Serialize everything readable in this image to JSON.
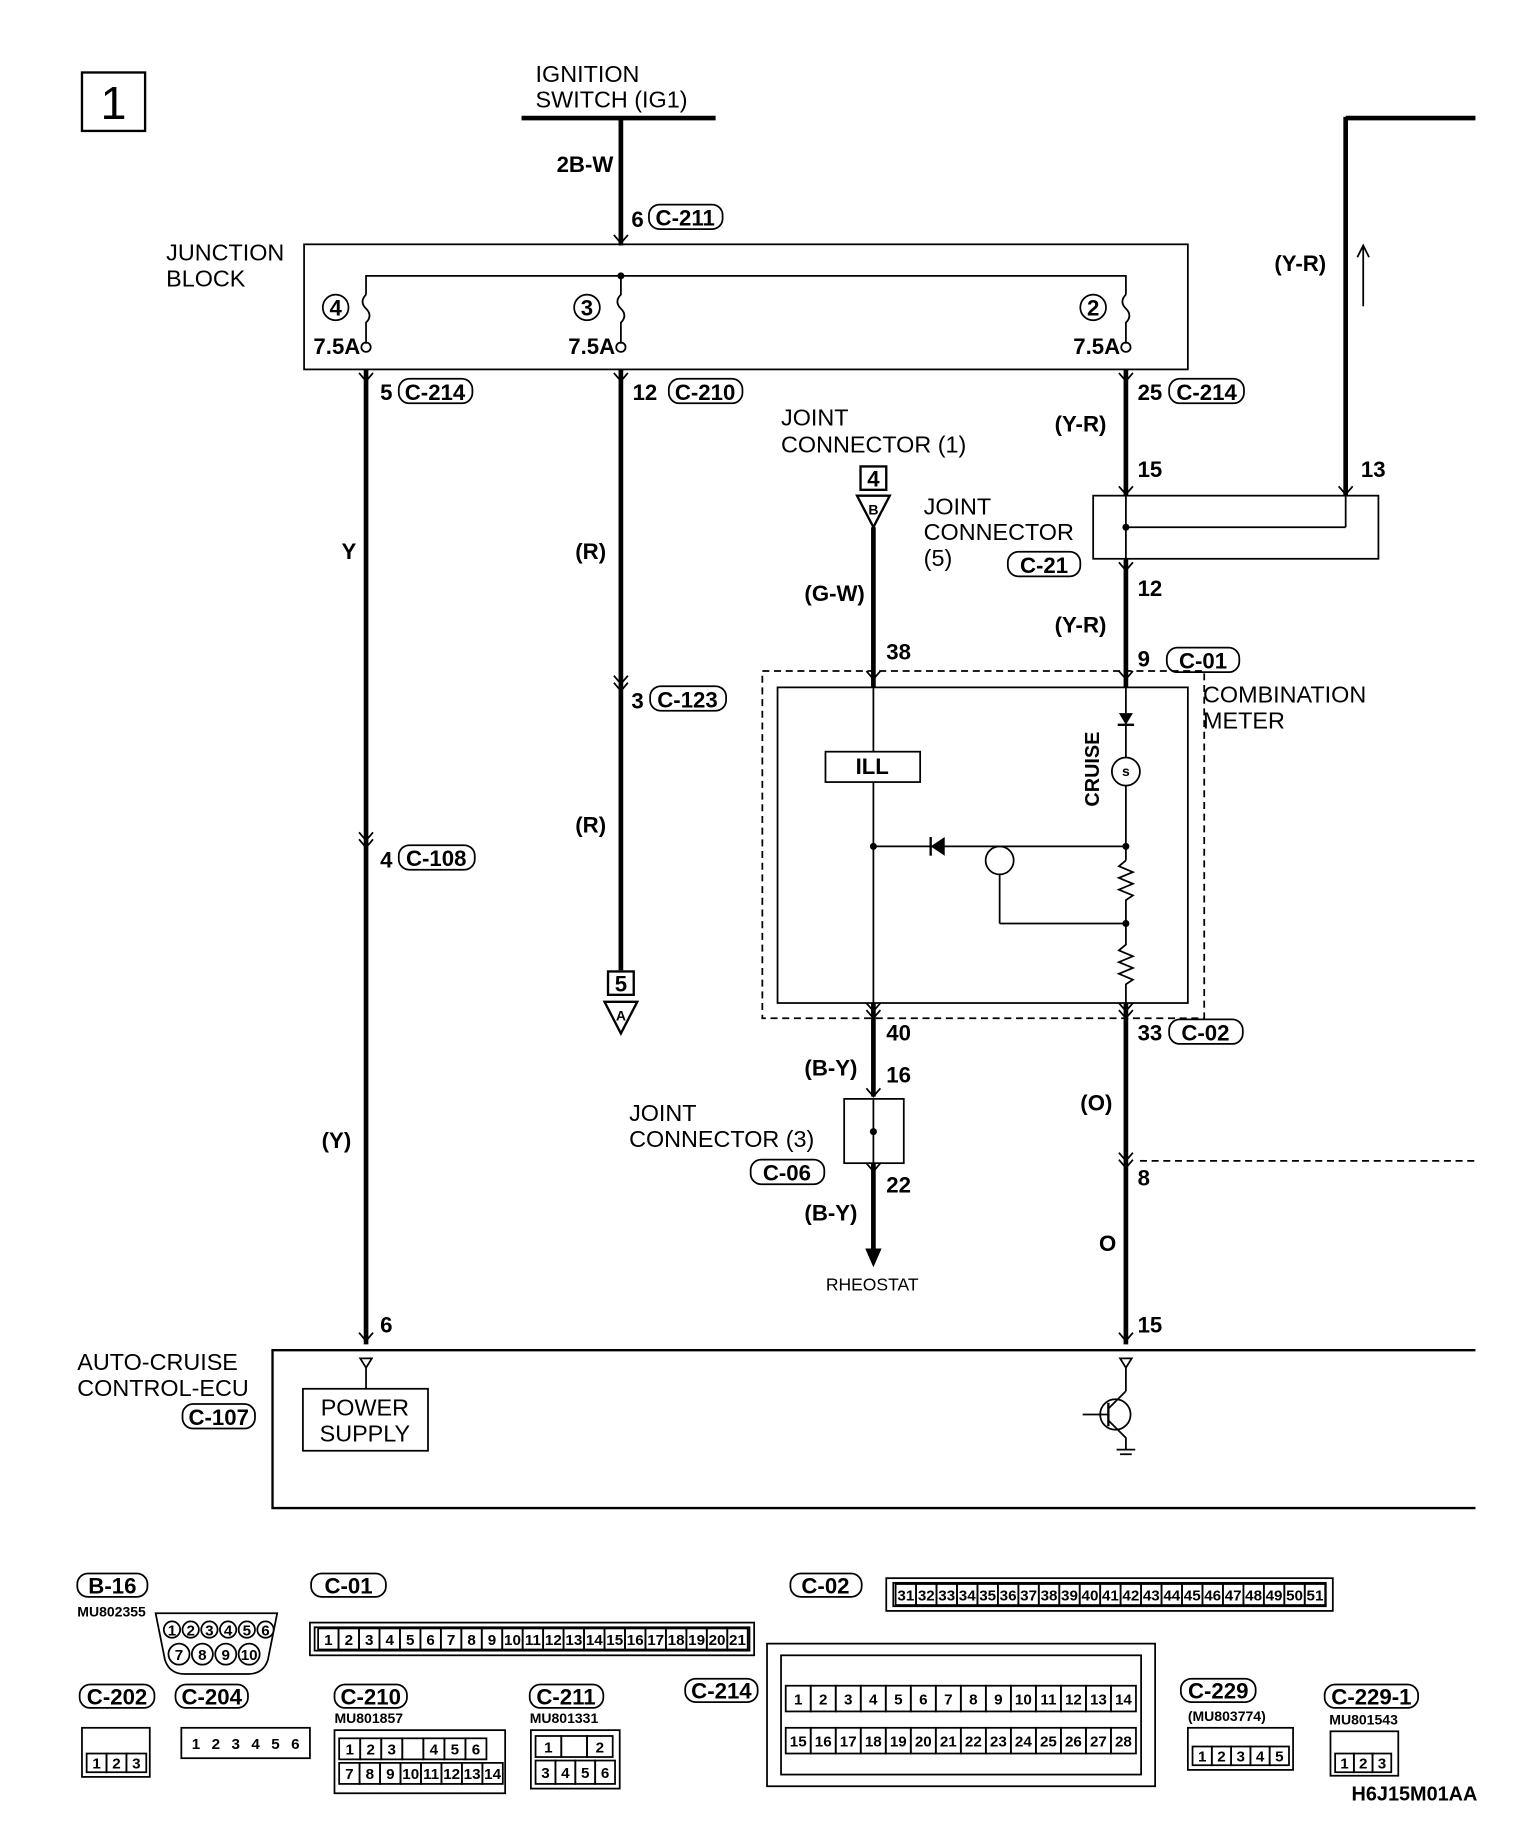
{
  "diagram": {
    "page_number": "1",
    "code": "H6J15M01AA",
    "labels": {
      "ignition_switch_line1": "IGNITION",
      "ignition_switch_line2": "SWITCH (IG1)",
      "junction_block_line1": "JUNCTION",
      "junction_block_line2": "BLOCK",
      "joint_connector_1_line1": "JOINT",
      "joint_connector_1_line2": "CONNECTOR (1)",
      "joint_connector_5_line1": "JOINT",
      "joint_connector_5_line2": "CONNECTOR",
      "joint_connector_5_line3": "(5)",
      "combination_meter_line1": "COMBINATION",
      "combination_meter_line2": "METER",
      "joint_connector_3_line1": "JOINT",
      "joint_connector_3_line2": "CONNECTOR (3)",
      "rheostat": "RHEOSTAT",
      "ecu_line1": "AUTO-CRUISE",
      "ecu_line2": "CONTROL-ECU",
      "power_supply_line1": "POWER",
      "power_supply_line2": "SUPPLY",
      "ill": "ILL",
      "cruise": "CRUISE"
    },
    "fuses": [
      {
        "number": "4",
        "rating": "7.5A"
      },
      {
        "number": "3",
        "rating": "7.5A"
      },
      {
        "number": "2",
        "rating": "7.5A"
      }
    ],
    "wire_colors": {
      "ignition_feed": "2B-W",
      "fuse4_upper": "Y",
      "fuse4_lower": "(Y)",
      "fuse3_upper": "(R)",
      "fuse3_lower": "(R)",
      "fuse2_top": "(Y-R)",
      "jc5_branch": "(Y-R)",
      "jc5_to_meter": "(Y-R)",
      "jc1_to_meter": "(G-W)",
      "meter_to_jc3": "(B-Y)",
      "jc3_to_rheostat": "(B-Y)",
      "meter_to_ecu_upper": "(O)",
      "meter_to_ecu_lower": "O"
    },
    "connectors": {
      "c211": "C-211",
      "c214a": "C-214",
      "c210": "C-210",
      "c214b": "C-214",
      "c21": "C-21",
      "c01": "C-01",
      "c123": "C-123",
      "c108": "C-108",
      "c02": "C-02",
      "c06": "C-06",
      "c107": "C-107"
    },
    "pins": {
      "ig_c211": "6",
      "f4_c214": "5",
      "f3_c210": "12",
      "f2_c214": "25",
      "jc5_in": "15",
      "jc5_branch": "13",
      "jc5_out": "12",
      "meter_in": "9",
      "meter_ill_in": "38",
      "c123": "3",
      "c108": "4",
      "meter_ill_out": "40",
      "meter_out": "33",
      "jc3_in": "16",
      "jc3_out": "22",
      "branch_8": "8",
      "ecu_power": "6",
      "ecu_cruise": "15"
    },
    "refs": {
      "jc1_box": "4",
      "jc1_letter": "B",
      "r5_box": "5",
      "r5_letter": "A"
    },
    "connector_views": {
      "b16": {
        "label": "B-16",
        "part": "MU802355"
      },
      "c01": {
        "label": "C-01"
      },
      "c02": {
        "label": "C-02"
      },
      "c202": {
        "label": "C-202"
      },
      "c204": {
        "label": "C-204"
      },
      "c210": {
        "label": "C-210",
        "part": "MU801857"
      },
      "c211": {
        "label": "C-211",
        "part": "MU801331"
      },
      "c214": {
        "label": "C-214"
      },
      "c229": {
        "label": "C-229",
        "part": "(MU803774)"
      },
      "c229_1": {
        "label": "C-229-1",
        "part": "MU801543"
      }
    },
    "c01_pins": [
      "1",
      "2",
      "3",
      "4",
      "5",
      "6",
      "7",
      "8",
      "9",
      "10",
      "11",
      "12",
      "13",
      "14",
      "15",
      "16",
      "17",
      "18",
      "19",
      "20",
      "21"
    ],
    "c02_pins": [
      "31",
      "32",
      "33",
      "34",
      "35",
      "36",
      "37",
      "38",
      "39",
      "40",
      "41",
      "42",
      "43",
      "44",
      "45",
      "46",
      "47",
      "48",
      "49",
      "50",
      "51"
    ],
    "c214_row1": [
      "1",
      "2",
      "3",
      "4",
      "5",
      "6",
      "7",
      "8",
      "9",
      "10",
      "11",
      "12",
      "13",
      "14"
    ],
    "c214_row2": [
      "15",
      "16",
      "17",
      "18",
      "19",
      "20",
      "21",
      "22",
      "23",
      "24",
      "25",
      "26",
      "27",
      "28"
    ],
    "b16_row1": [
      "1",
      "2",
      "3",
      "4",
      "5",
      "6"
    ],
    "b16_row2": [
      "7",
      "8",
      "9",
      "10"
    ],
    "c202_pins": [
      "1",
      "2",
      "3"
    ],
    "c204_pins": [
      "1",
      "2",
      "3",
      "4",
      "5",
      "6"
    ],
    "c210_row1": [
      "1",
      "2",
      "3",
      "",
      "4",
      "5",
      "6"
    ],
    "c210_row2": [
      "7",
      "8",
      "9",
      "10",
      "11",
      "12",
      "13",
      "14"
    ],
    "c211_row1": [
      "1",
      "",
      "2"
    ],
    "c211_row2": [
      "3",
      "4",
      "5",
      "6"
    ],
    "c229_pins": [
      "1",
      "2",
      "3",
      "4",
      "5"
    ],
    "c229_1_pins": [
      "1",
      "2",
      "3"
    ]
  }
}
